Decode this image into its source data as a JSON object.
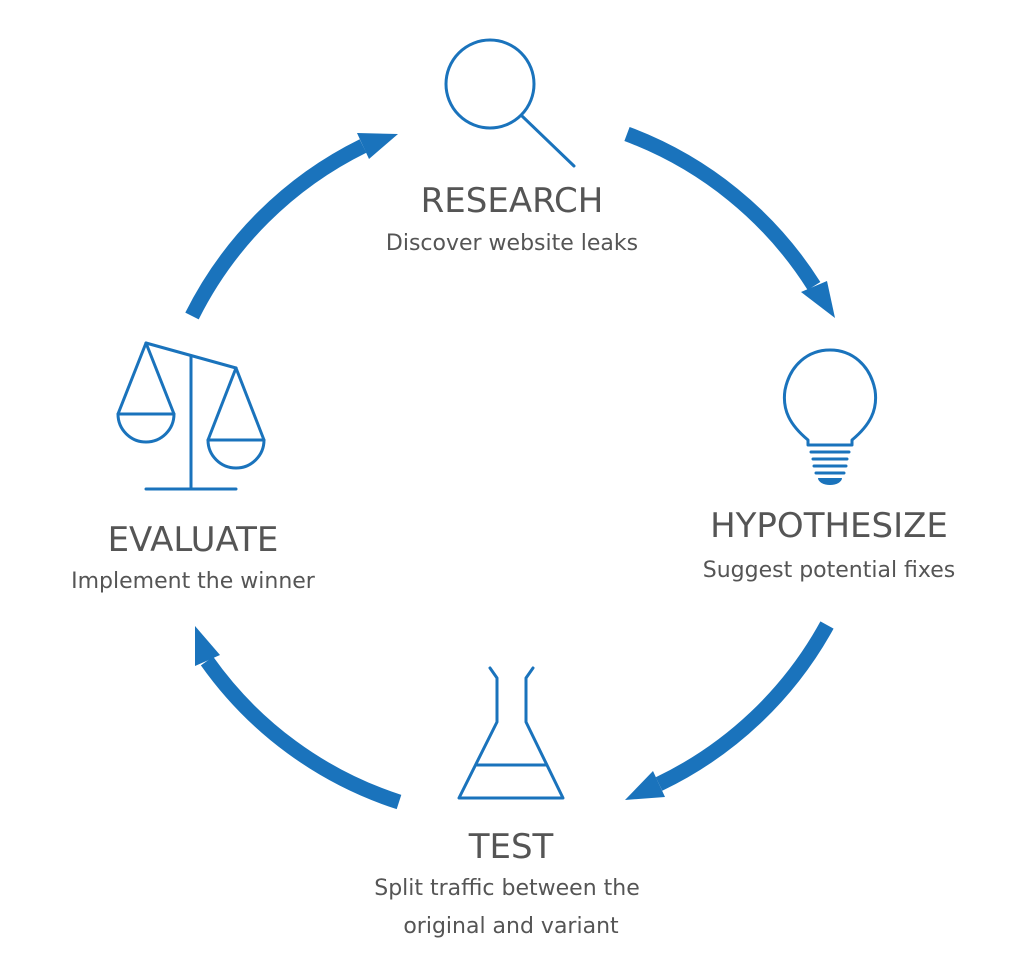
{
  "colors": {
    "accent": "#1a73bc",
    "text": "#555555",
    "background": "#ffffff"
  },
  "steps": [
    {
      "id": "research",
      "icon": "magnifying-glass-icon",
      "title": "RESEARCH",
      "description_lines": [
        "Discover website leaks"
      ]
    },
    {
      "id": "hypothesize",
      "icon": "light-bulb-icon",
      "title": "HYPOTHESIZE",
      "description_lines": [
        "Suggest potential fixes"
      ]
    },
    {
      "id": "test",
      "icon": "flask-icon",
      "title": "TEST",
      "description_lines": [
        "Split traffic between the",
        "original and variant"
      ]
    },
    {
      "id": "evaluate",
      "icon": "balance-scale-icon",
      "title": "EVALUATE",
      "description_lines": [
        "Implement the winner"
      ]
    }
  ]
}
